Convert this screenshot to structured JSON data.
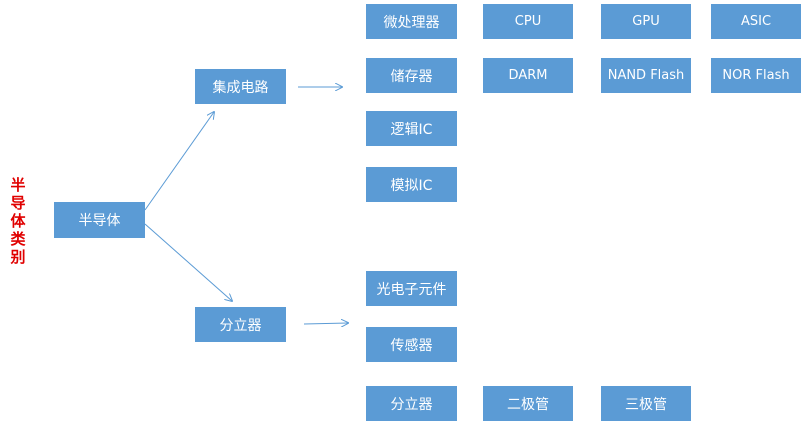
{
  "side_title": "半导体类别",
  "colors": {
    "box_fill": "#5b9bd5",
    "box_text": "#ffffff",
    "arrow": "#5b9bd5",
    "side_title": "#e00000"
  },
  "nodes": {
    "root": "半导体",
    "ic": "集成电路",
    "discrete": "分立器",
    "microprocessor": "微处理器",
    "cpu": "CPU",
    "gpu": "GPU",
    "asic": "ASIC",
    "memory": "储存器",
    "darm": "DARM",
    "nand_flash": "NAND Flash",
    "nor_flash": "NOR Flash",
    "logic_ic": "逻辑IC",
    "analog_ic": "模拟IC",
    "optoelectronic": "光电子元件",
    "sensor": "传感器",
    "discrete_device": "分立器",
    "diode": "二极管",
    "triode": "三极管"
  }
}
